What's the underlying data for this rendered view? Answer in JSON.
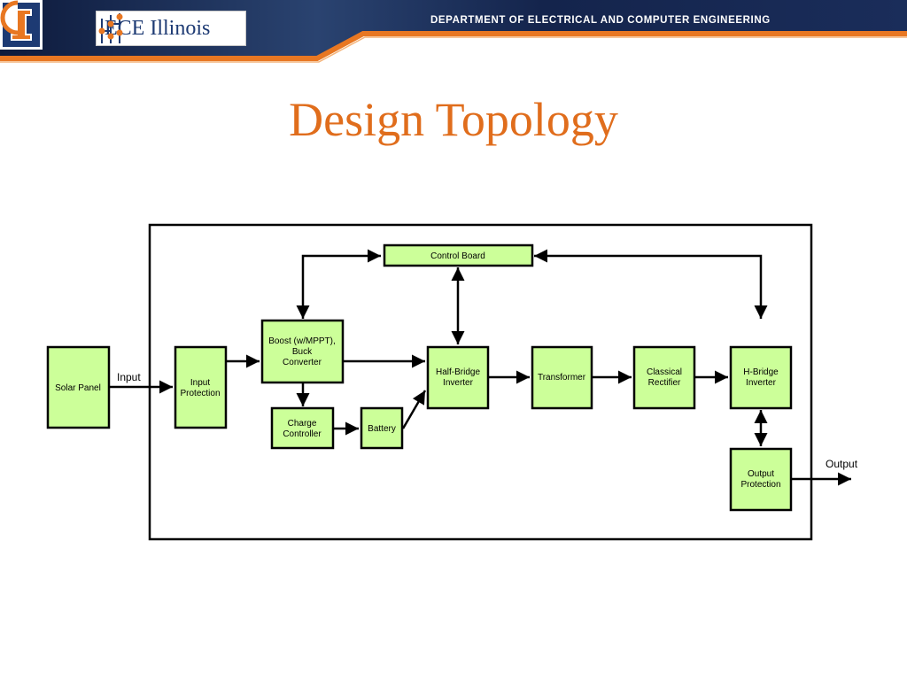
{
  "header": {
    "logo_text": "ECE Illinois",
    "department": "DEPARTMENT OF ELECTRICAL AND COMPUTER ENGINEERING",
    "logo_icon": "circuit-logo-icon",
    "university_mark_icon": "block-i-icon",
    "colors": {
      "navy": "#15254f",
      "orange": "#e87722",
      "title": "#e06d1c"
    }
  },
  "slide": {
    "title": "Design Topology"
  },
  "diagram": {
    "block_fill": "#ccff99",
    "blocks": {
      "solar_panel": [
        "Solar Panel"
      ],
      "input_protection": [
        "Input",
        "Protection"
      ],
      "boost_buck": [
        "Boost (w/MPPT),",
        "Buck",
        "Converter"
      ],
      "charge_controller": [
        "Charge",
        "Controller"
      ],
      "battery": [
        "Battery"
      ],
      "control_board": [
        "Control Board"
      ],
      "half_bridge": [
        "Half-Bridge",
        "Inverter"
      ],
      "transformer": [
        "Transformer"
      ],
      "classical_rectifier": [
        "Classical",
        "Rectifier"
      ],
      "h_bridge": [
        "H-Bridge",
        "Inverter"
      ],
      "output_protection": [
        "Output",
        "Protection"
      ]
    },
    "labels": {
      "input": "Input",
      "output": "Output"
    }
  }
}
